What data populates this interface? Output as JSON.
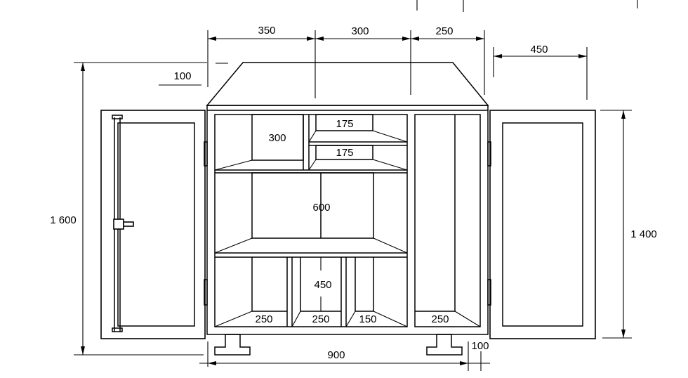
{
  "drawing": {
    "dimensions": {
      "top_left_width": "350",
      "top_middle_width": "300",
      "top_right_width": "250",
      "right_door_width": "450",
      "roof_offset": "100",
      "overall_height": "1 600",
      "body_height": "1 400",
      "body_width": "900",
      "foot_offset": "100"
    },
    "compartments": {
      "upper_left": "300",
      "upper_mid_top": "175",
      "upper_mid_bottom": "175",
      "middle": "600",
      "lower_center": "450",
      "lower_1": "250",
      "lower_2": "250",
      "lower_3": "150",
      "right_column": "250"
    }
  }
}
